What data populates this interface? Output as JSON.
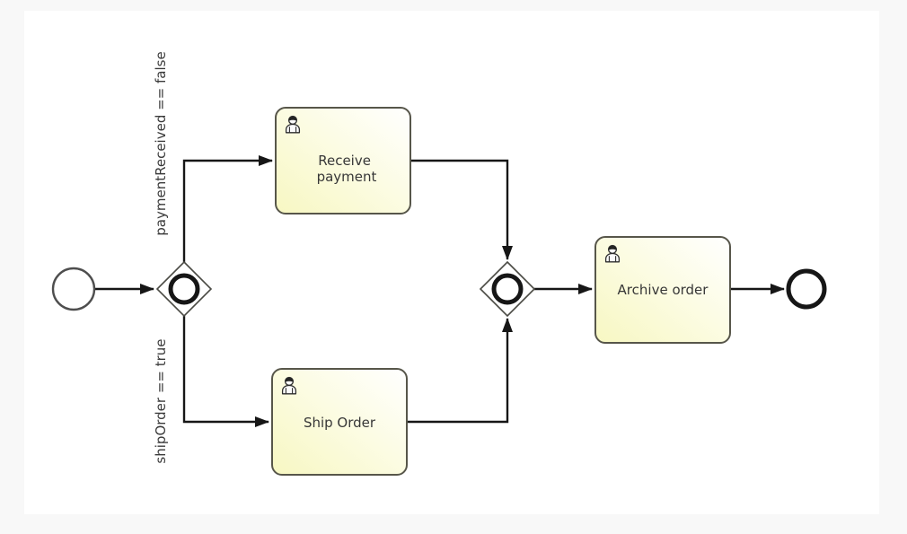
{
  "diagram": {
    "type": "bpmn-process",
    "nodes": {
      "start_event": {
        "kind": "start-event"
      },
      "split_gateway": {
        "kind": "inclusive-gateway"
      },
      "receive_payment_task": {
        "kind": "user-task",
        "label": "Receive payment",
        "lines": [
          "Receive",
          "payment"
        ]
      },
      "ship_order_task": {
        "kind": "user-task",
        "label": "Ship Order",
        "lines": [
          "Ship Order"
        ]
      },
      "join_gateway": {
        "kind": "inclusive-gateway"
      },
      "archive_order_task": {
        "kind": "user-task",
        "label": "Archive order",
        "lines": [
          "Archive order"
        ]
      },
      "end_event": {
        "kind": "end-event"
      }
    },
    "conditions": {
      "payment_branch": "paymentReceived == false",
      "ship_branch": "shipOrder == true"
    },
    "colors": {
      "page_background": "#f8f8f8",
      "canvas_background": "#ffffff",
      "task_fill_light": "#ffffff",
      "task_fill_yellow": "#f7f7c2",
      "task_border": "#57564a",
      "flow_line": "#161616",
      "event_border": "#4e4e4e",
      "label_text": "#373737"
    }
  }
}
